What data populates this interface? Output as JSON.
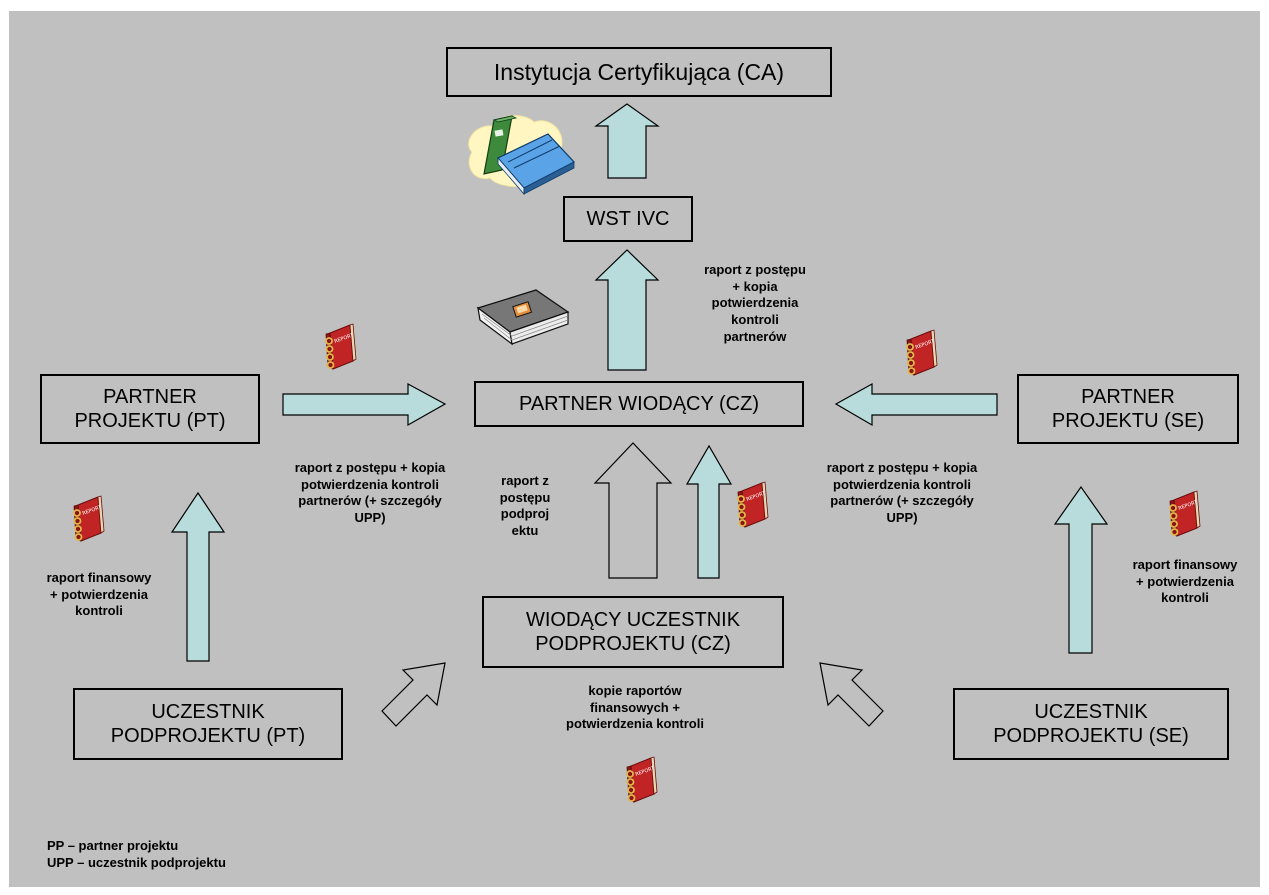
{
  "nodes": {
    "ca": "Instytucja Certyfikująca (CA)",
    "wst": "WST IVC",
    "lead_partner": "PARTNER WIODĄCY (CZ)",
    "partner_pt": "PARTNER\nPROJEKTU (PT)",
    "partner_se": "PARTNER\nPROJEKTU (SE)",
    "lead_participant": "WIODĄCY UCZESTNIK\nPODPROJEKTU (CZ)",
    "participant_pt": "UCZESTNIK\nPODPROJEKTU (PT)",
    "participant_se": "UCZESTNIK\nPODPROJEKTU (SE)"
  },
  "labels": {
    "progress_to_wst": "raport z postępu\n+ kopia\npotwierdzenia\nkontroli\npartnerów",
    "pt_to_lead": "raport z postępu + kopia\npotwierdzenia kontroli\npartnerów (+ szczegóły\nUPP)",
    "se_to_lead": "raport z postępu + kopia\npotwierdzenia kontroli\npartnerów (+ szczegóły\nUPP)",
    "subproject_progress": "raport z\npostępu\npodproj\nektu",
    "financial_pt": "raport finansowy\n+ potwierdzenia\nkontroli",
    "financial_se": "raport finansowy\n+ potwierdzenia\nkontroli",
    "copies": "kopie raportów\nfinansowych +\npotwierdzenia kontroli"
  },
  "legend": {
    "pp": "PP – partner projektu",
    "upp": "UPP – uczestnik podprojektu"
  },
  "icons": [
    "binders-icon",
    "book-icon",
    "report-book-icon"
  ],
  "colors": {
    "background": "#c0c0c0",
    "arrow_fill": "#b8dcdc",
    "report_red": "#cc2a2a",
    "border": "#000000"
  }
}
